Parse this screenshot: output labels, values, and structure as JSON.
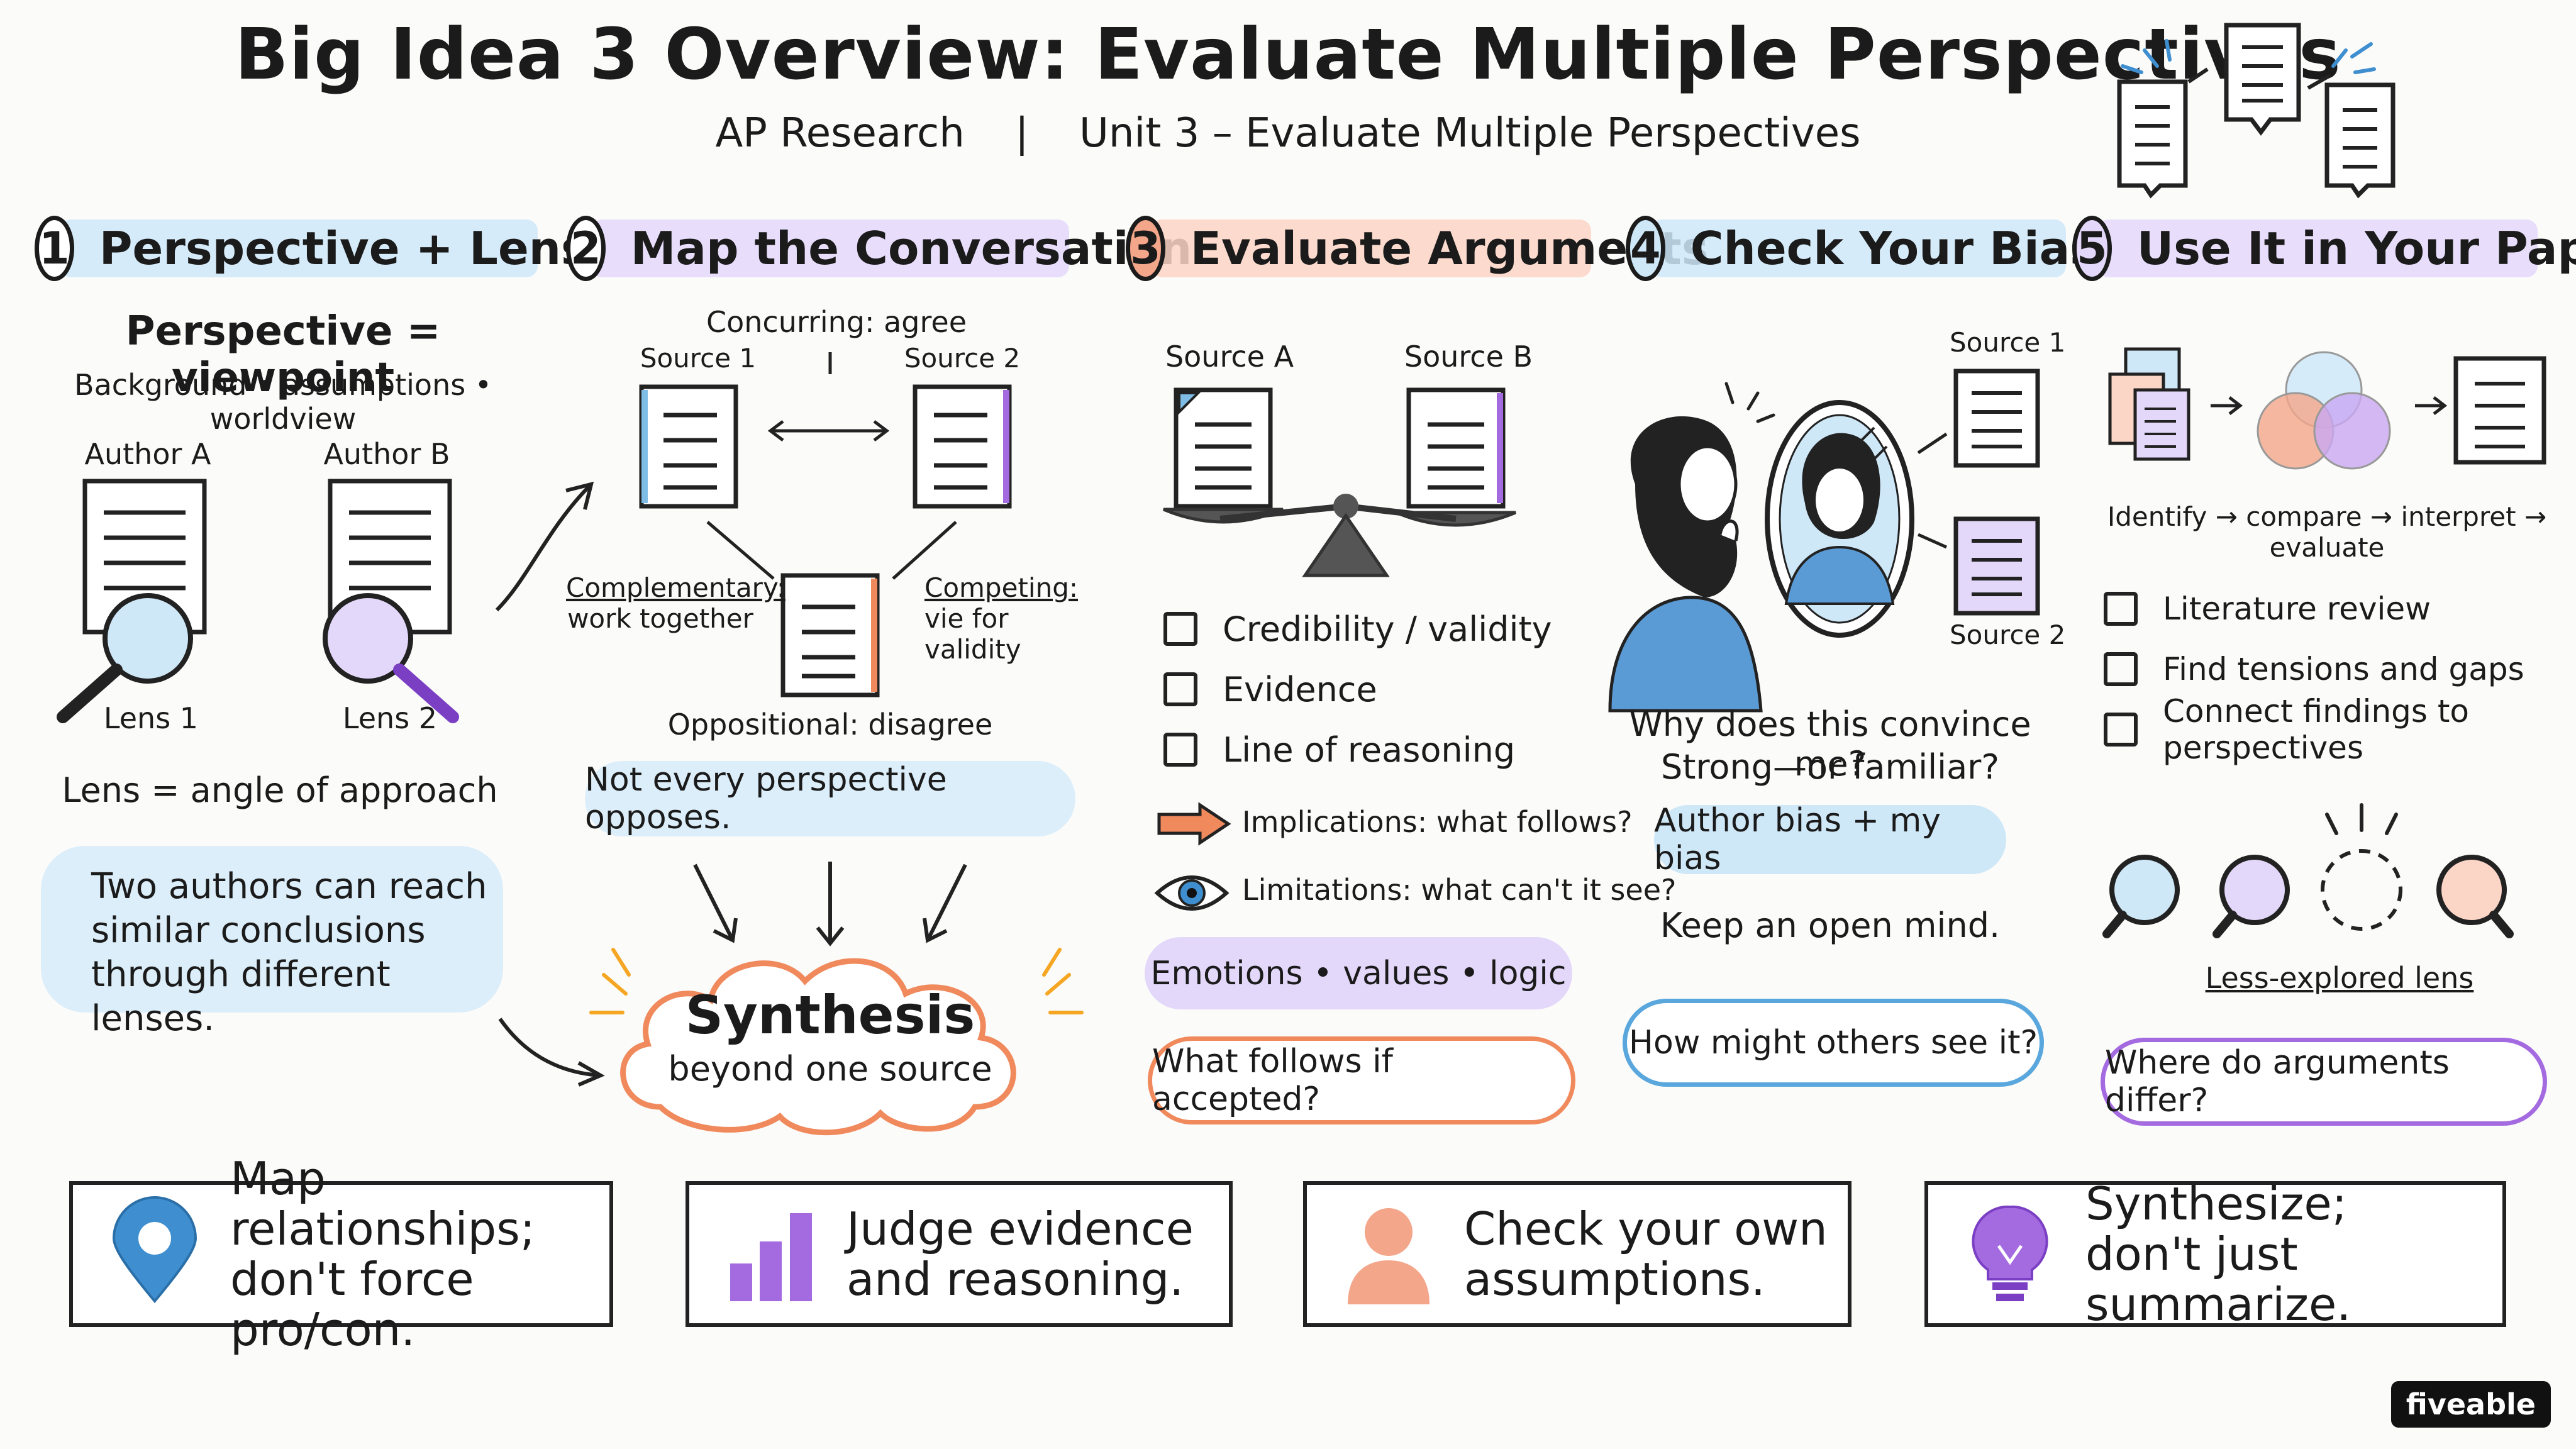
{
  "header": {
    "title": "Big Idea 3 Overview: Evaluate Multiple Perspectives",
    "course": "AP Research",
    "separator": "|",
    "unit": "Unit 3 – Evaluate Multiple Perspectives"
  },
  "colors": {
    "blue": "#cfe8f8",
    "purple": "#e4d8fa",
    "orange": "#fbd5c6",
    "orange_stroke": "#f08a5d",
    "blue_stroke": "#5aa7dd",
    "purple_stroke": "#a46be0"
  },
  "sections": {
    "s1": {
      "number": "1",
      "title": "Perspective + Lens",
      "definition": "Perspective = viewpoint",
      "factors": "Background • assumptions • worldview",
      "author_a": "Author A",
      "author_b": "Author B",
      "lens_1": "Lens 1",
      "lens_2": "Lens 2",
      "lens_def": "Lens = angle of approach",
      "note": "Two authors can reach\nsimilar conclusions\nthrough different lenses."
    },
    "s2": {
      "number": "2",
      "title": "Map the Conversation",
      "concurring": "Concurring: agree",
      "source_1": "Source 1",
      "source_2": "Source 2",
      "complementary_1": "Complementary:",
      "complementary_2": "work together",
      "competing_1": "Competing:",
      "competing_2": "vie for validity",
      "oppositional": "Oppositional: disagree",
      "note": "Not every perspective opposes.",
      "synthesis": "Synthesis",
      "synthesis_sub": "beyond one source"
    },
    "s3": {
      "number": "3",
      "title": "Evaluate Arguments",
      "source_a": "Source A",
      "source_b": "Source B",
      "checks": [
        "Credibility / validity",
        "Evidence",
        "Line of reasoning"
      ],
      "implications": "Implications: what follows?",
      "limitations": "Limitations: what can't it see?",
      "appeals": "Emotions • values • logic",
      "question": "What follows if accepted?"
    },
    "s4": {
      "number": "4",
      "title": "Check Your Bias",
      "source_1": "Source 1",
      "source_2": "Source 2",
      "question_1": "Why does this convince me?",
      "question_2": "Strong—or familiar?",
      "bias": "Author bias + my bias",
      "open_mind": "Keep an open mind.",
      "question": "How might others see it?"
    },
    "s5": {
      "number": "5",
      "title": "Use It in Your Paper",
      "process": "Identify → compare → interpret → evaluate",
      "checks": [
        "Literature review",
        "Find tensions and gaps",
        "Connect findings to perspectives"
      ],
      "less_explored": "Less-explored lens",
      "question": "Where do arguments differ?"
    }
  },
  "takeaways": [
    {
      "icon": "map-pin-icon",
      "text": "Map relationships;\ndon't force pro/con."
    },
    {
      "icon": "bar-chart-icon",
      "text": "Judge evidence\nand reasoning."
    },
    {
      "icon": "person-icon",
      "text": "Check your own\nassumptions."
    },
    {
      "icon": "lightbulb-icon",
      "text": "Synthesize;\ndon't just summarize."
    }
  ],
  "brand": "fiveable"
}
